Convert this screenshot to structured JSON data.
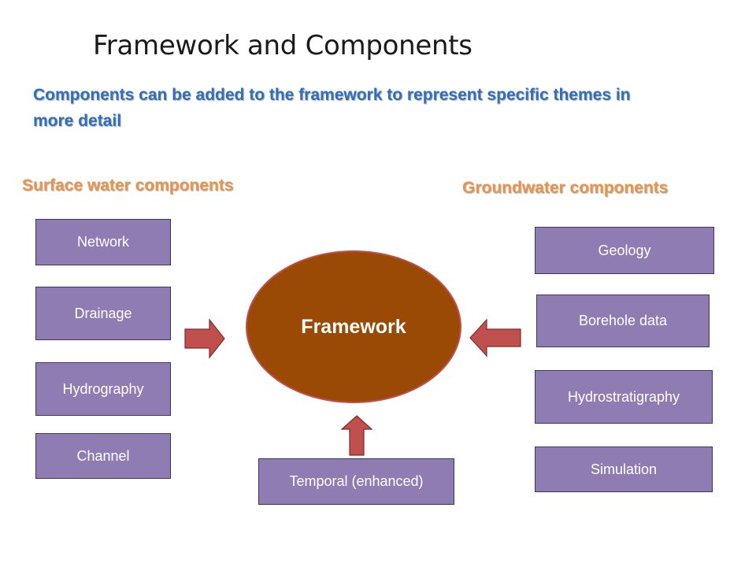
{
  "slide": {
    "title": "Framework and Components",
    "subtitle": "Components can be added to the framework to represent specific themes in more detail"
  },
  "surface_water": {
    "heading": "Surface water components",
    "items": [
      "Network",
      "Drainage",
      "Hydrography",
      "Channel"
    ]
  },
  "groundwater": {
    "heading": "Groundwater components",
    "items": [
      "Geology",
      "Borehole data",
      "Hydrostratigraphy",
      "Simulation"
    ]
  },
  "center": {
    "label": "Framework",
    "bottom_component": "Temporal (enhanced)"
  },
  "colors": {
    "component_fill": "#8e7cb3",
    "framework_fill": "#9a4a05",
    "arrow_fill": "#c0504d",
    "heading_orange": "#e8944a",
    "subtitle_blue": "#2e6fbf"
  }
}
